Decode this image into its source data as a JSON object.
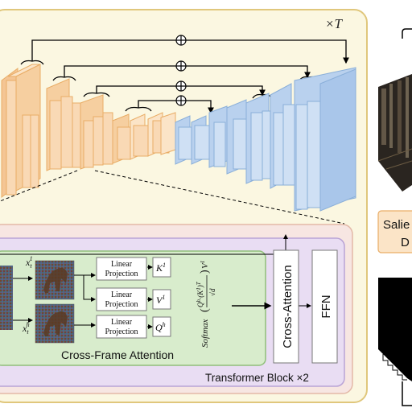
{
  "diagram": {
    "repeat_label": "×T",
    "skip_symbol": "⊕",
    "cross_frame_attention": {
      "title": "Cross-Frame Attention",
      "frame_labels": [
        "x_t^1",
        "x_t^h"
      ],
      "projection_label_line1": "Linear",
      "projection_label_line2": "Projection",
      "outputs": [
        "K^1",
        "V^1",
        "Q^h"
      ],
      "formula_text": "Softmax( Q^h·(K^1)^T / √d ) V^1"
    },
    "cross_attention_label": "Cross-Attention",
    "ffn_label": "FFN",
    "transformer_block_label": "Transformer Block ×2",
    "side_label_line1": "Salie",
    "side_label_line2": "D"
  },
  "colors": {
    "outer_panel": "#fbf7e1",
    "outer_border": "#e0c77c",
    "encoder_block": "#f9d9b5",
    "encoder_border": "#e9ad66",
    "decoder_block": "#cfe0f4",
    "decoder_border": "#8aafd9",
    "transformer_panel": "#e9ddf3",
    "transformer_border": "#b9a3d6",
    "cfa_panel": "#d8eccc",
    "cfa_border": "#8fbf7a",
    "dark_image": "#2a2520"
  }
}
